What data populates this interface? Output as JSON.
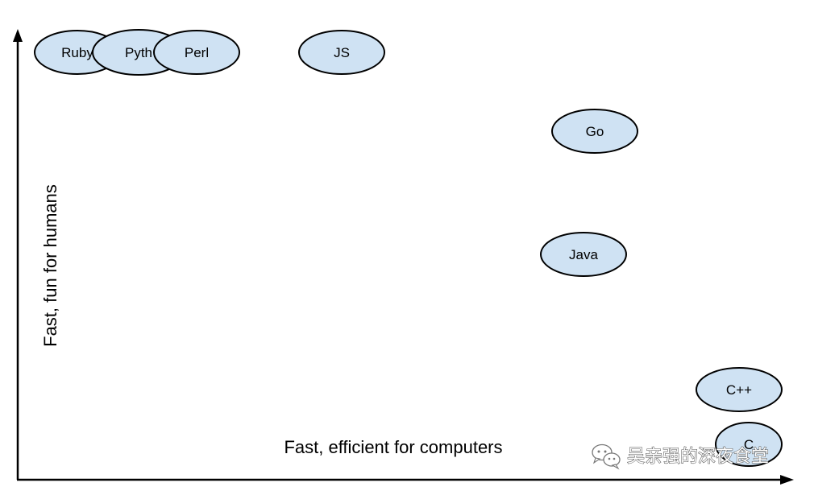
{
  "diagram": {
    "x_axis_label": "Fast, efficient for computers",
    "y_axis_label": "Fast, fun for humans",
    "colors": {
      "node_fill": "#cfe2f3",
      "node_stroke": "#000000",
      "axis": "#000000"
    },
    "nodes": [
      {
        "label": "Ruby"
      },
      {
        "label": "Pyth"
      },
      {
        "label": "Perl"
      },
      {
        "label": "JS"
      },
      {
        "label": "Go"
      },
      {
        "label": "Java"
      },
      {
        "label": "C++"
      },
      {
        "label": "C"
      }
    ]
  },
  "watermark": {
    "icon": "wechat-icon",
    "text": "吴亲强的深夜食堂"
  }
}
